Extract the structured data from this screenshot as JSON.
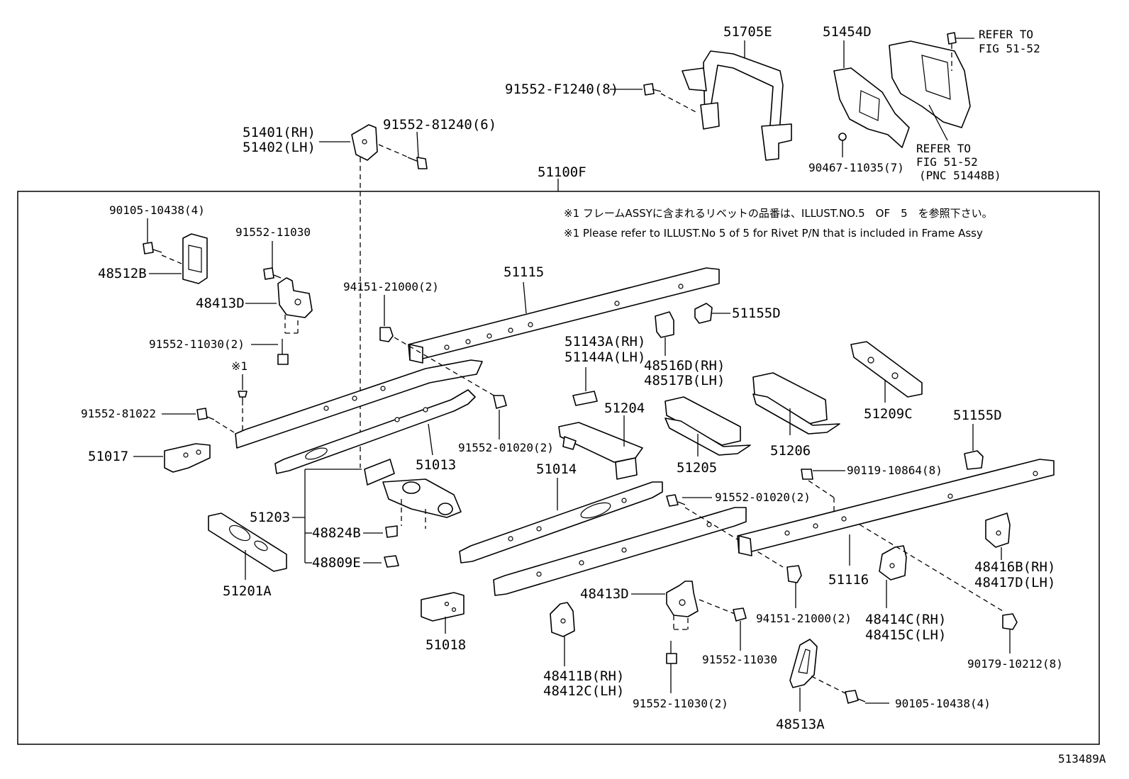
{
  "diagram_id": "513489A",
  "frame_label": "51100F",
  "notes": {
    "jp": "※1 フレームASSYに含まれるリベットの品番は、ILLUST.NO.5　OF　5　を参照下さい。",
    "en": "※1 Please refer to ILLUST.No 5 of 5 for Rivet P/N that is included in Frame Assy"
  },
  "refs": {
    "top_ref": [
      "REFER TO",
      "FIG 51-52"
    ],
    "side_ref": [
      "REFER TO",
      "FIG 51-52",
      "(PNC 51448B)"
    ]
  },
  "rivet_mark": "※1",
  "labels": {
    "p51705E": "51705E",
    "p51454D": "51454D",
    "p91552F1240": "91552-F1240(8)",
    "p90467": "90467-11035(7)",
    "p51401": "51401(RH)",
    "p51402": "51402(LH)",
    "p9155281240": "91552-81240(6)",
    "p9010510438a": "90105-10438(4)",
    "p48512B": "48512B",
    "p9155211030a": "91552-11030",
    "p48413Da": "48413D",
    "p9155211030b": "91552-11030(2)",
    "p9155281022": "91552-81022",
    "p51017": "51017",
    "p94151a": "94151-21000(2)",
    "p51115": "51115",
    "p51013": "51013",
    "p9155201020a": "91552-01020(2)",
    "p51203": "51203",
    "p48824B": "48824B",
    "p48809E": "48809E",
    "p51201A": "51201A",
    "p51018": "51018",
    "p51143A": "51143A(RH)",
    "p51144A": "51144A(LH)",
    "p48516D": "48516D(RH)",
    "p48517B": "48517B(LH)",
    "p51155Da": "51155D",
    "p51204": "51204",
    "p51205": "51205",
    "p51206": "51206",
    "p51209C": "51209C",
    "p51155Db": "51155D",
    "p51014": "51014",
    "p9155201020b": "91552-01020(2)",
    "p9011910864": "90119-10864(8)",
    "p51116": "51116",
    "p48416B": "48416B(RH)",
    "p48417D": "48417D(LH)",
    "p48413Db": "48413D",
    "p9155211030c": "91552-11030",
    "p9155211030d": "91552-11030(2)",
    "p94151b": "94151-21000(2)",
    "p48414C": "48414C(RH)",
    "p48415C": "48415C(LH)",
    "p9017910212": "90179-10212(8)",
    "p48411B": "48411B(RH)",
    "p48412C": "48412C(LH)",
    "p9010510438b": "90105-10438(4)",
    "p48513A": "48513A"
  }
}
